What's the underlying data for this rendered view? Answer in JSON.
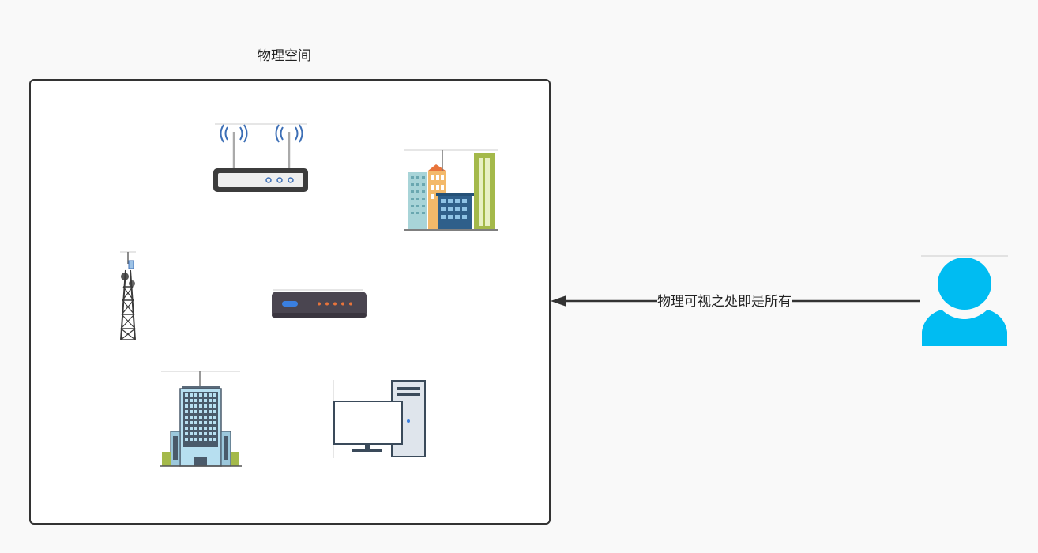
{
  "diagram": {
    "container_title": "物理空间",
    "edge_label": "物理可视之处即是所有"
  },
  "nodes": [
    {
      "id": "wifi-router",
      "icon": "wifi-router-icon"
    },
    {
      "id": "city-buildings",
      "icon": "city-buildings-icon"
    },
    {
      "id": "cell-tower",
      "icon": "cell-tower-icon"
    },
    {
      "id": "network-device",
      "icon": "network-device-icon"
    },
    {
      "id": "office-building",
      "icon": "office-building-icon"
    },
    {
      "id": "desktop-computer",
      "icon": "desktop-computer-icon"
    },
    {
      "id": "user",
      "icon": "user-icon"
    }
  ],
  "colors": {
    "border": "#333333",
    "user": "#00bcf2",
    "background": "#f9f9f9"
  }
}
